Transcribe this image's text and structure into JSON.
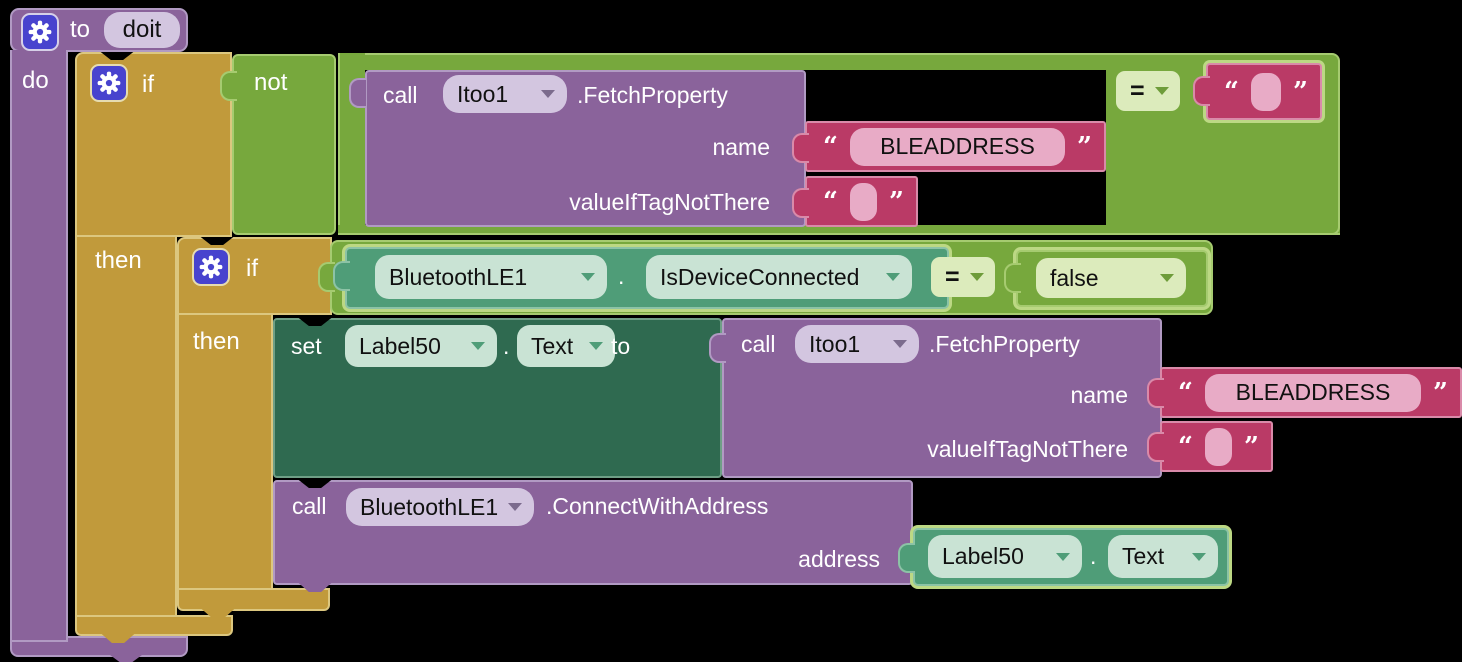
{
  "colors": {
    "canvas_bg": "#000000",
    "procedure_purple": "#8a639b",
    "control_gold": "#c19a3b",
    "logic_green": "#77a83d",
    "getter_teal": "#4f9d78",
    "setter_dark_green": "#2f6a50",
    "text_crimson": "#ba3a66",
    "text_field_pink": "#e8abc6",
    "dropdown_lavender": "#d3c6e0",
    "dropdown_mint": "#c9e3d4",
    "dropdown_light_green": "#dcebbc",
    "gear_indigo": "#4843ce"
  },
  "procedure": {
    "to_label": "to",
    "name": "doit",
    "do_label": "do"
  },
  "outer_if": {
    "if_label": "if",
    "then_label": "then"
  },
  "inner_if": {
    "if_label": "if",
    "then_label": "then"
  },
  "not_block": {
    "label": "not"
  },
  "eq_top": {
    "operator": "=",
    "right_value": ""
  },
  "fetch_call_1": {
    "call_label": "call",
    "component": "Itoo1",
    "method": ".FetchProperty",
    "name_arg": {
      "label": "name",
      "value": "BLEADDRESS"
    },
    "value_arg": {
      "label": "valueIfTagNotThere",
      "value": ""
    }
  },
  "eq_inner": {
    "operator": "="
  },
  "ble_getter": {
    "component": "BluetoothLE1",
    "property": "IsDeviceConnected"
  },
  "false_block": {
    "value": "false"
  },
  "set_block": {
    "set_label": "set",
    "component": "Label50",
    "property": "Text",
    "to_label": "to"
  },
  "fetch_call_2": {
    "call_label": "call",
    "component": "Itoo1",
    "method": ".FetchProperty",
    "name_arg": {
      "label": "name",
      "value": "BLEADDRESS"
    },
    "value_arg": {
      "label": "valueIfTagNotThere",
      "value": ""
    }
  },
  "connect_call": {
    "call_label": "call",
    "component": "BluetoothLE1",
    "method": ".ConnectWithAddress",
    "address_label": "address"
  },
  "label50_getter": {
    "component": "Label50",
    "property": "Text"
  },
  "punctuation": {
    "open_quote": "“",
    "close_quote": "”",
    "dot": "."
  }
}
